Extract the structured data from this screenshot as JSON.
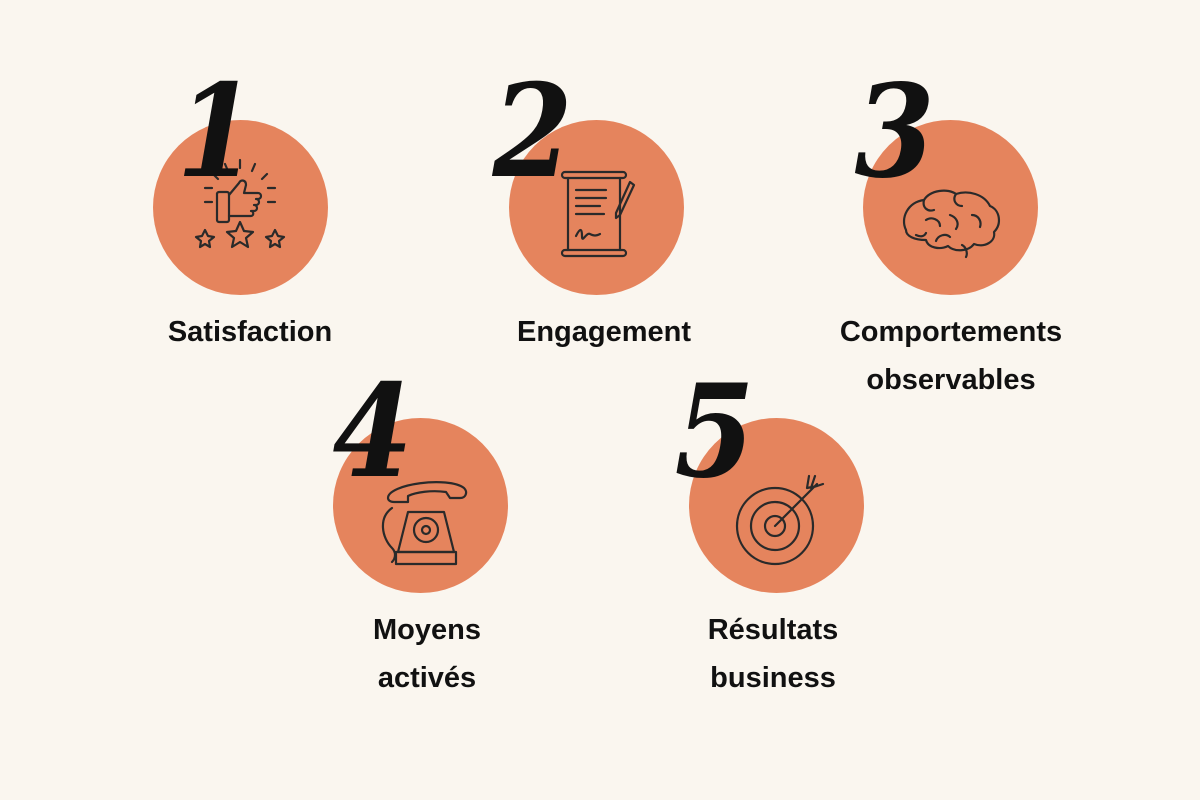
{
  "steps": [
    {
      "number": "1",
      "label_lines": [
        "Satisfaction"
      ],
      "icon": "thumbs-up-stars-icon"
    },
    {
      "number": "2",
      "label_lines": [
        "Engagement"
      ],
      "icon": "contract-scroll-icon"
    },
    {
      "number": "3",
      "label_lines": [
        "Comportements",
        "observables"
      ],
      "icon": "brain-icon"
    },
    {
      "number": "4",
      "label_lines": [
        "Moyens",
        "activés"
      ],
      "icon": "rotary-phone-icon"
    },
    {
      "number": "5",
      "label_lines": [
        "Résultats",
        "business"
      ],
      "icon": "target-arrow-icon"
    }
  ],
  "colors": {
    "background": "#faf6ef",
    "circle": "#e5845d",
    "text": "#111111"
  }
}
